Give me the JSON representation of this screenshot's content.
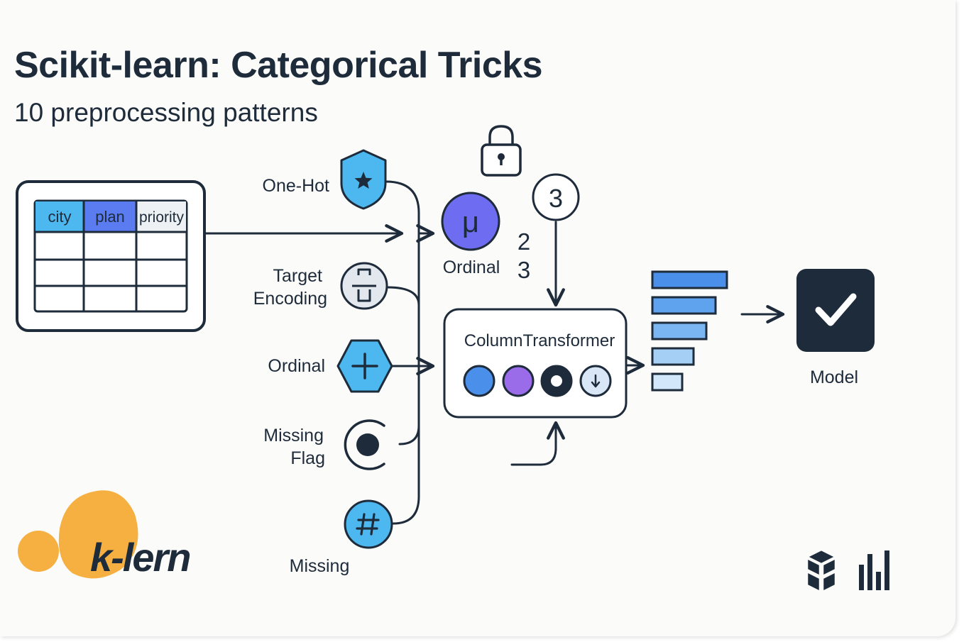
{
  "header": {
    "title": "Scikit-learn: Categorical Tricks",
    "subtitle": "10 preprocessing patterns"
  },
  "table": {
    "headers": [
      "city",
      "plan",
      "priority"
    ],
    "header_colors": [
      "#4db8f0",
      "#5b7cf0",
      "#eef1f4"
    ]
  },
  "encoders": {
    "one_hot": "One-Hot",
    "target_line1": "Target",
    "target_line2": "Encoding",
    "ordinal": "Ordinal",
    "missing_flag_line1": "Missing",
    "missing_flag_line2": "Flag",
    "missing": "Missing"
  },
  "ordinal_node": {
    "symbol": "μ",
    "label": "Ordinal",
    "num_a": "2",
    "num_b": "3"
  },
  "step_badge": "3",
  "transformer": {
    "label": "ColumnTransformer",
    "dot_colors": [
      "#4a90ea",
      "#9a6cea",
      "#1e2b3a",
      "#d8e6f5"
    ]
  },
  "output_bars": {
    "values": [
      1.0,
      0.85,
      0.72,
      0.55,
      0.4
    ],
    "colors": [
      "#4a90ea",
      "#5fa2ee",
      "#7ab6f2",
      "#a6cff6",
      "#d3e7fa"
    ]
  },
  "model": {
    "label": "Model"
  },
  "logo": {
    "text": "k-lern",
    "colors": {
      "blob": "#f5b041",
      "text": "#1e2b3a"
    }
  },
  "colors": {
    "ink": "#1e2b3a",
    "accent_blue": "#4db8f0",
    "accent_indigo": "#6e6cf0",
    "background": "#fbfbf9"
  },
  "icons": [
    "shield-star-icon",
    "lock-icon",
    "split-icon",
    "plus-hexagon-icon",
    "target-dot-icon",
    "hash-icon",
    "checkmark-icon",
    "cube-stack-icon",
    "bar-chart-icon"
  ]
}
